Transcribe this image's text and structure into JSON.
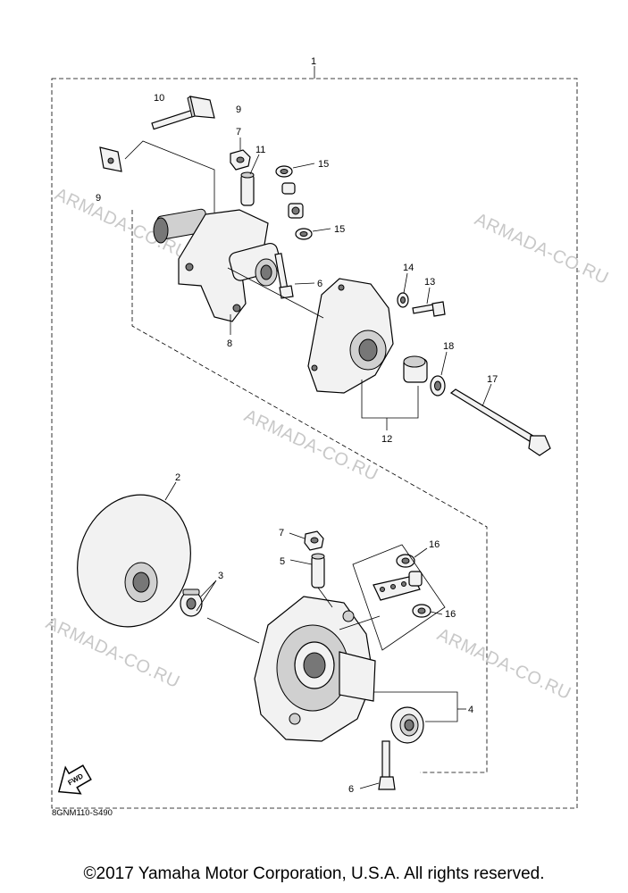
{
  "diagram": {
    "code": "8GNM110-S490",
    "fwd_label": "FWD",
    "watermark": "ARMADA-CO.RU",
    "callouts": {
      "c1": "1",
      "c2": "2",
      "c3": "3",
      "c4": "4",
      "c5": "5",
      "c6a": "6",
      "c6b": "6",
      "c7a": "7",
      "c7b": "7",
      "c8": "8",
      "c9a": "9",
      "c9b": "9",
      "c10": "10",
      "c11": "11",
      "c12": "12",
      "c13": "13",
      "c14": "14",
      "c15a": "15",
      "c15b": "15",
      "c16a": "16",
      "c16b": "16",
      "c17": "17",
      "c18": "18"
    }
  },
  "copyright": "©2017 Yamaha Motor Corporation, U.S.A. All rights reserved."
}
